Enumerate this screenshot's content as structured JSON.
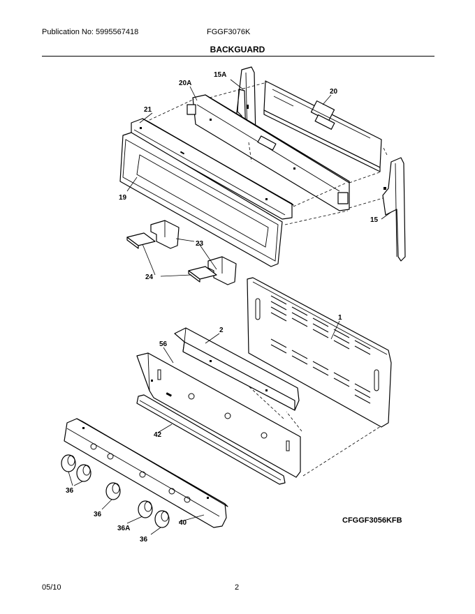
{
  "header": {
    "publication": "Publication No: 5995567418",
    "model": "FGGF3076K",
    "section_title": "BACKGUARD"
  },
  "diagram": {
    "callouts": [
      {
        "id": "15A",
        "label": "15A"
      },
      {
        "id": "20A",
        "label": "20A"
      },
      {
        "id": "20",
        "label": "20"
      },
      {
        "id": "21",
        "label": "21"
      },
      {
        "id": "19",
        "label": "19"
      },
      {
        "id": "15",
        "label": "15"
      },
      {
        "id": "23",
        "label": "23"
      },
      {
        "id": "24",
        "label": "24"
      },
      {
        "id": "1",
        "label": "1"
      },
      {
        "id": "2",
        "label": "2"
      },
      {
        "id": "56",
        "label": "56"
      },
      {
        "id": "42",
        "label": "42"
      },
      {
        "id": "36a",
        "label": "36"
      },
      {
        "id": "36b",
        "label": "36"
      },
      {
        "id": "36A",
        "label": "36A"
      },
      {
        "id": "36c",
        "label": "36"
      },
      {
        "id": "40",
        "label": "40"
      }
    ],
    "reference_code": "CFGGF3056KFB"
  },
  "footer": {
    "date": "05/10",
    "page": "2"
  }
}
